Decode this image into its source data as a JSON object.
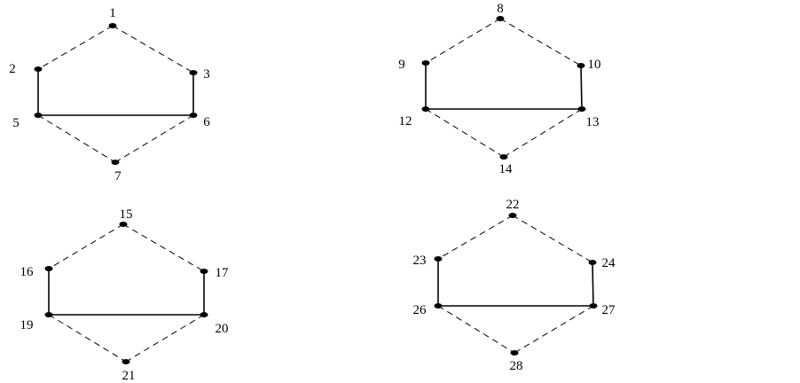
{
  "diagram": {
    "graphs": [
      {
        "nodes": [
          "1",
          "2",
          "3",
          "5",
          "6",
          "7"
        ],
        "edges": [
          [
            "1",
            "2",
            "dashed"
          ],
          [
            "1",
            "3",
            "dashed"
          ],
          [
            "2",
            "5",
            "solid"
          ],
          [
            "3",
            "6",
            "solid"
          ],
          [
            "5",
            "6",
            "solid"
          ],
          [
            "5",
            "7",
            "dashed"
          ],
          [
            "6",
            "7",
            "dashed"
          ]
        ]
      },
      {
        "nodes": [
          "8",
          "9",
          "10",
          "12",
          "13",
          "14"
        ],
        "edges": [
          [
            "8",
            "9",
            "dashed"
          ],
          [
            "8",
            "10",
            "dashed"
          ],
          [
            "9",
            "12",
            "solid"
          ],
          [
            "10",
            "13",
            "solid"
          ],
          [
            "12",
            "13",
            "solid"
          ],
          [
            "12",
            "14",
            "dashed"
          ],
          [
            "13",
            "14",
            "dashed"
          ]
        ]
      },
      {
        "nodes": [
          "15",
          "16",
          "17",
          "19",
          "20",
          "21"
        ],
        "edges": [
          [
            "15",
            "16",
            "dashed"
          ],
          [
            "15",
            "17",
            "dashed"
          ],
          [
            "16",
            "19",
            "solid"
          ],
          [
            "17",
            "20",
            "solid"
          ],
          [
            "19",
            "20",
            "solid"
          ],
          [
            "19",
            "21",
            "dashed"
          ],
          [
            "20",
            "21",
            "dashed"
          ]
        ]
      },
      {
        "nodes": [
          "22",
          "23",
          "24",
          "26",
          "27",
          "28"
        ],
        "edges": [
          [
            "22",
            "23",
            "dashed"
          ],
          [
            "22",
            "24",
            "dashed"
          ],
          [
            "23",
            "26",
            "solid"
          ],
          [
            "24",
            "27",
            "solid"
          ],
          [
            "26",
            "27",
            "solid"
          ],
          [
            "26",
            "28",
            "dashed"
          ],
          [
            "27",
            "28",
            "dashed"
          ]
        ]
      }
    ]
  }
}
